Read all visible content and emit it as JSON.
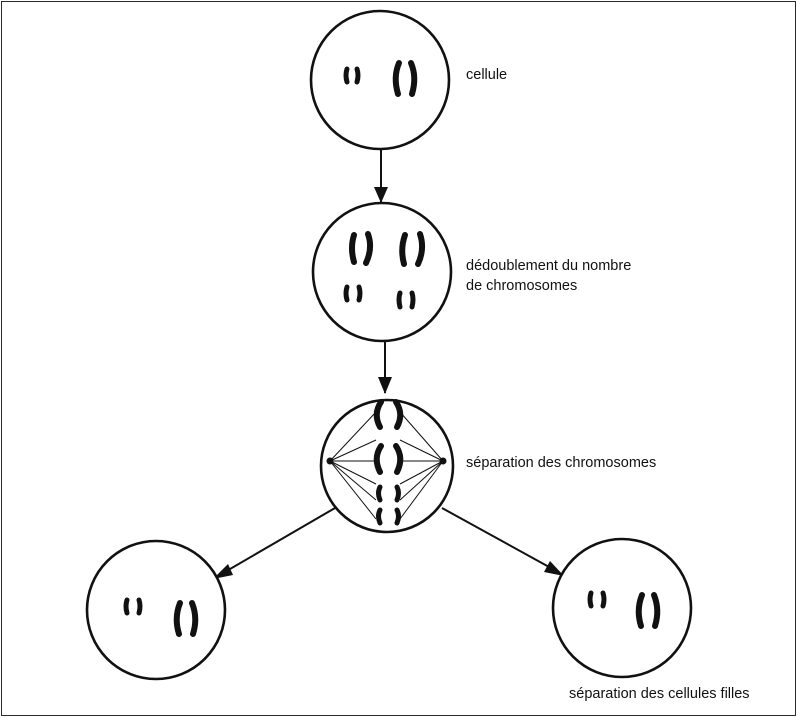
{
  "labels": {
    "cell": "cellule",
    "doubling_line1": "dédoublement du nombre",
    "doubling_line2": "de chromosomes",
    "separation": "séparation des chromosomes",
    "daughter_cells": "séparation des cellules filles"
  },
  "colors": {
    "ink": "#111111",
    "background": "#ffffff"
  }
}
